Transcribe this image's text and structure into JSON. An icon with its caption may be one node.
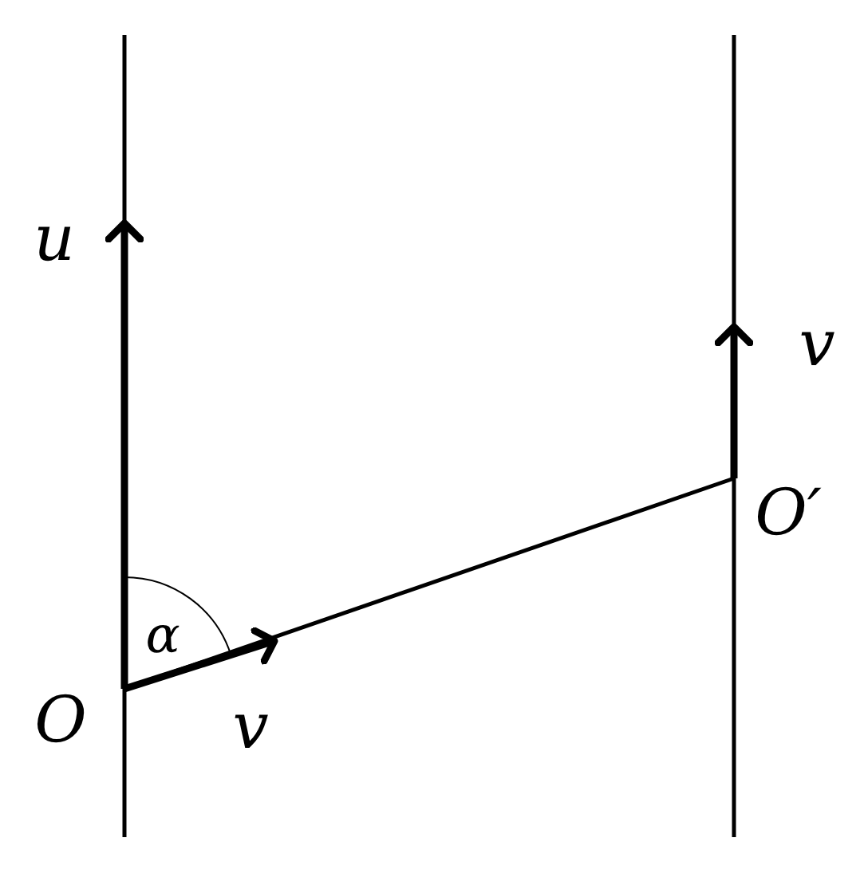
{
  "diagram": {
    "labels": [
      "u",
      "v",
      "α",
      "O",
      "v",
      "O′"
    ]
  }
}
